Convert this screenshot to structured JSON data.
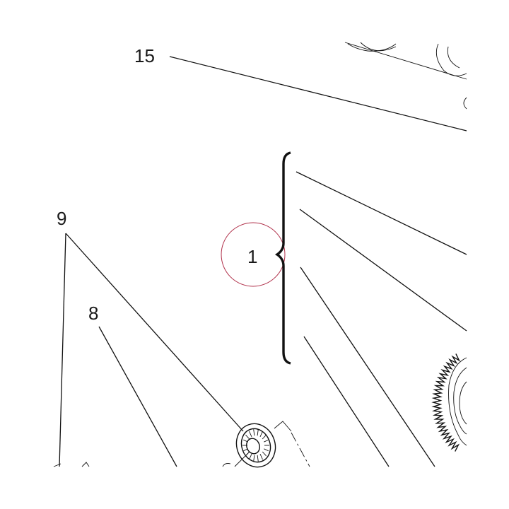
{
  "callouts": [
    {
      "id": "15",
      "label": "15"
    },
    {
      "id": "9",
      "label": "9"
    },
    {
      "id": "8",
      "label": "8"
    },
    {
      "id": "1",
      "label": "1"
    }
  ],
  "highlight": {
    "target": "1",
    "color": "#b0304a"
  }
}
